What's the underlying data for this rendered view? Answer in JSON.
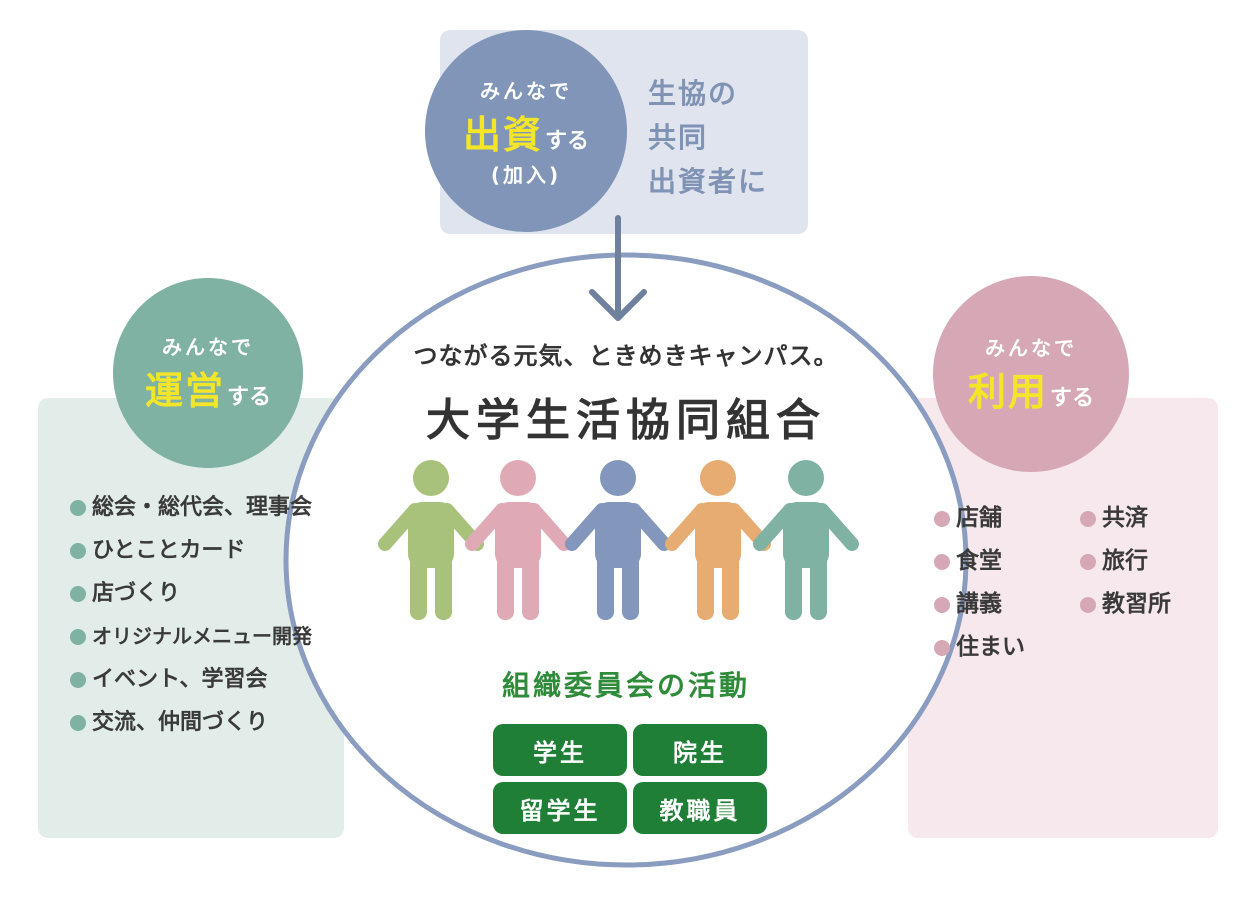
{
  "top": {
    "circle": {
      "line1": "みんなで",
      "big": "出資",
      "suffix": "する",
      "line3": "(加入)"
    },
    "panel_text": [
      "生協の",
      "共同",
      "出資者に"
    ]
  },
  "left": {
    "circle": {
      "line1": "みんなで",
      "big": "運営",
      "suffix": "する"
    },
    "items": [
      "総会・総代会、理事会",
      "ひとことカード",
      "店づくり",
      "オリジナルメニュー開発",
      "イベント、学習会",
      "交流、仲間づくり"
    ]
  },
  "right": {
    "circle": {
      "line1": "みんなで",
      "big": "利用",
      "suffix": "する"
    },
    "items_col1": [
      "店舗",
      "食堂",
      "講義",
      "住まい"
    ],
    "items_col2": [
      "共済",
      "旅行",
      "教習所"
    ]
  },
  "center": {
    "tagline": "つながる元気、ときめきキャンパス。",
    "title": "大学生活協同組合",
    "committee_title": "組織委員会の活動",
    "committees": [
      "学生",
      "院生",
      "留学生",
      "教職員"
    ]
  },
  "colors": {
    "blue": "#8095b8",
    "teal": "#7fb2a3",
    "pink": "#d6a8b6",
    "green_dark": "#1f7f36",
    "yellow": "#f3e629",
    "ring": "#8a9cc0",
    "figures": [
      "#a8c27c",
      "#e0a9b6",
      "#8397bc",
      "#e6ac72",
      "#7fb2a3"
    ]
  }
}
